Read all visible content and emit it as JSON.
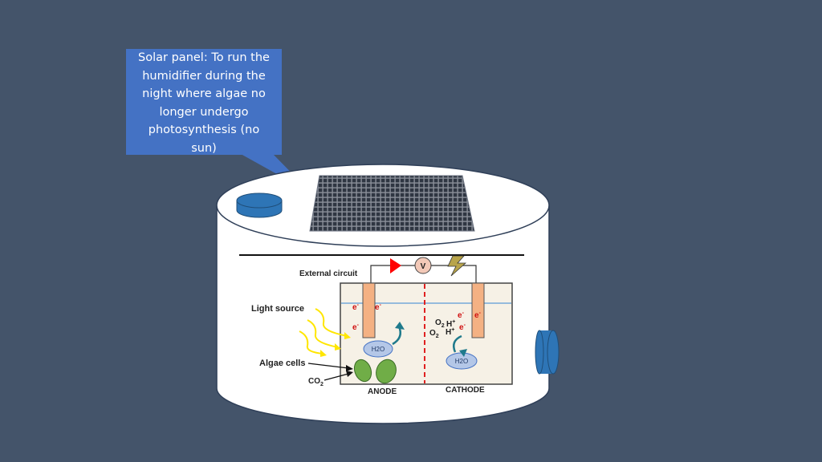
{
  "callout": {
    "lines": [
      "Solar panel: To run the",
      "humidifier during the",
      "night where algae no",
      "longer undergo",
      "photosynthesis (no",
      "sun)"
    ]
  },
  "diagram": {
    "external_circuit": "External circuit",
    "voltmeter": "V",
    "light_source": "Light source",
    "algae_cells": "Algae cells",
    "co2": "CO",
    "co2_sub": "2",
    "anode": "ANODE",
    "cathode": "CATHODE",
    "h2o": "H2O",
    "electron": "e",
    "electron_sup": "-",
    "o2": "O",
    "o2_sub": "2",
    "h": "H",
    "h_sup": "+"
  },
  "colors": {
    "background": "#44546a",
    "callout": "#4472c4",
    "electrode": "#f4b183",
    "water_line": "#5b9bd5",
    "arrow_red": "#ff0000",
    "algae": "#70ad47"
  }
}
